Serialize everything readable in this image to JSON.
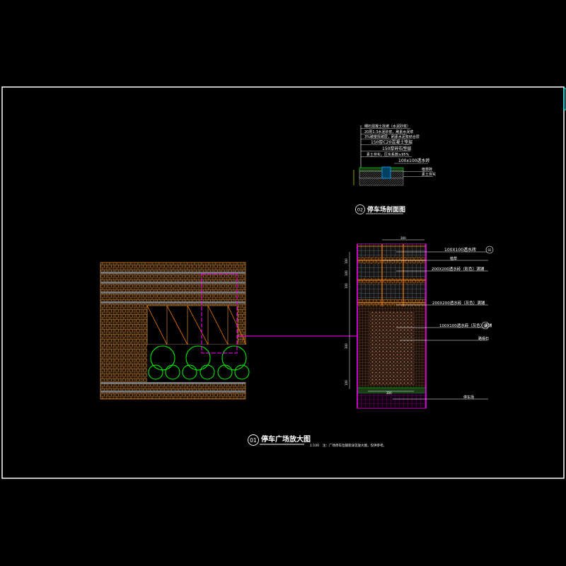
{
  "sheet": {
    "background": "#000000",
    "frame_color": "#ffffff",
    "accent_magenta": "#ff00ff",
    "accent_orange": "#ff8000",
    "accent_green": "#00ff00"
  },
  "section_detail": {
    "layer_labels": [
      "细石混凝土找坡（水泥砂浆）",
      "20厚1:3水泥砂浆，刷素水泥浆",
      "3%坡度找坡层，刷素水泥浆结合层",
      "150厚C20混凝土垫层",
      "150厚碎石垫层",
      "素土夯实，压实系数≥95%"
    ],
    "edge_label": "100x100透水砖",
    "side_labels": [
      "植草砖",
      "素土夯实"
    ],
    "title_num": "02",
    "title": "停车场剖面图"
  },
  "enlarged_plan": {
    "top_callout": "100X100透水砖",
    "top_callout_ref": "02",
    "callouts": [
      "植草",
      "200X200透水砖（彩色）满铺",
      "200X200透水砖（灰色）满铺",
      "100X100透水砖（灰色）满铺",
      "路缘石"
    ],
    "mid_callout_ref": "02",
    "bottom_callout": "停车场",
    "dims_left": [
      "100",
      "100",
      "100",
      "300",
      "100"
    ],
    "dim_top": "300",
    "dim_bottom": "300"
  },
  "main_title": {
    "num": "01",
    "text": "停车广场放大图",
    "scale": "1:100",
    "note": "注：广场停车位铺装详见放大图，仅供参考。"
  }
}
